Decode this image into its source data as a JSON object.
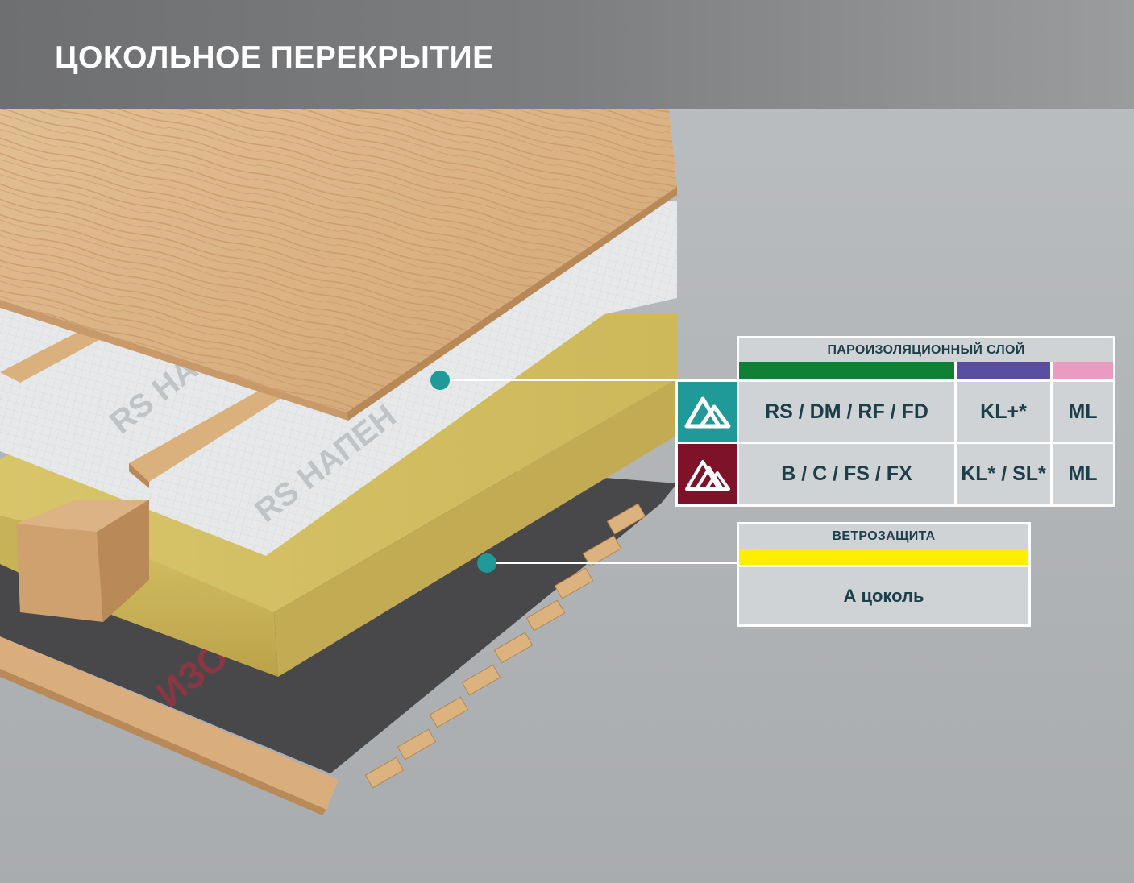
{
  "header": {
    "title": "ЦОКОЛЬНОЕ ПЕРЕКРЫТИЕ"
  },
  "vapor_panel": {
    "title": "ПАРОИЗОЛЯЦИОННЫЙ СЛОЙ",
    "stripe_colors": [
      "#108035",
      "#5a4ea0",
      "#e99cbf"
    ],
    "rows": [
      {
        "logo": "teal-mountain-logo",
        "logo_color": "#1f9a98",
        "cells": [
          "RS / DM / RF / FD",
          "KL+*",
          "ML"
        ]
      },
      {
        "logo": "red-mountain-logo",
        "logo_color": "#7d1228",
        "cells": [
          "B / C / FS / FX",
          "KL* / SL*",
          "ML"
        ]
      }
    ]
  },
  "wind_panel": {
    "title": "ВЕТРОЗАЩИТА",
    "stripe_color": "#ffee00",
    "value": "А цоколь"
  },
  "marker_color": "#1f9a98"
}
